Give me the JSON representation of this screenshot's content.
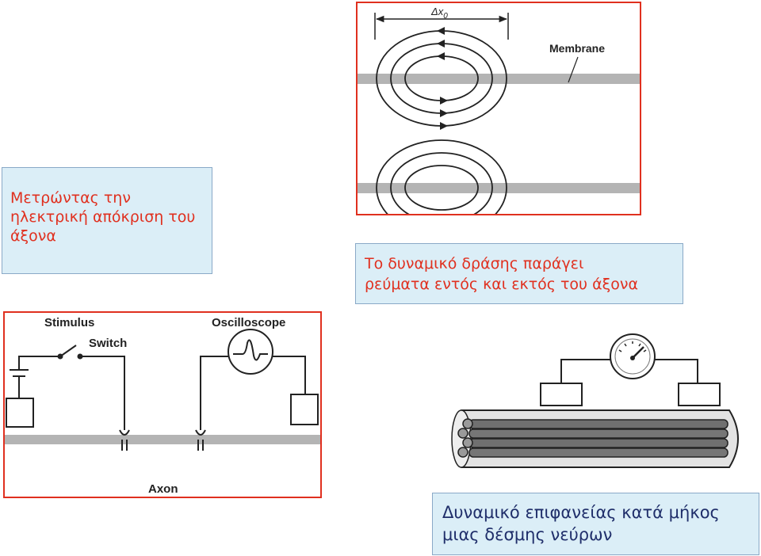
{
  "title": {
    "lines": [
      "Μετρώντας την",
      "ηλεκτρική απόκριση του",
      "άξονα"
    ]
  },
  "captions": {
    "currents_lines": [
      "Το δυναμικό δράσης παράγει",
      "ρεύματα εντός και εκτός του άξονα"
    ],
    "surface_lines": [
      "Δυναμικό επιφανείας κατά μήκος",
      "μιας δέσμης νεύρων"
    ]
  },
  "current_loop_figure": {
    "delta_label": "Δx",
    "delta_subscript": "0",
    "membrane_label": "Membrane"
  },
  "recording_figure": {
    "stimulus_label": "Stimulus",
    "switch_label": "Switch",
    "oscilloscope_label": "Oscilloscope",
    "axon_label": "Axon"
  },
  "colors": {
    "accent_red": "#e0301f",
    "caption_navy": "#1f2e6a",
    "textbox_fill": "#dbeef7",
    "membrane_gray": "#b4b4b4"
  }
}
